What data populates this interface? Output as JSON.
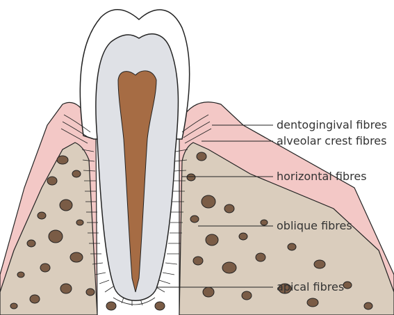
{
  "figure": {
    "subject": "tooth and periodontal ligament fibre groups",
    "colors": {
      "gingiva": "#f3c8c6",
      "gingiva_edge": "#e9a4a2",
      "bone": "#dacdbd",
      "bone_pore": "#7a5c46",
      "dentine": "#dfe1e6",
      "enamel": "#ffffff",
      "pulp": "#a66c44",
      "outline": "#222222"
    },
    "labels": [
      {
        "id": "dentogingival",
        "text": "dentogingival fibres"
      },
      {
        "id": "alveolar-crest",
        "text": "alveolar crest fibres"
      },
      {
        "id": "horizontal",
        "text": "horizontal fibres"
      },
      {
        "id": "oblique",
        "text": "oblique fibres"
      },
      {
        "id": "apical",
        "text": "apical fibres"
      }
    ]
  }
}
